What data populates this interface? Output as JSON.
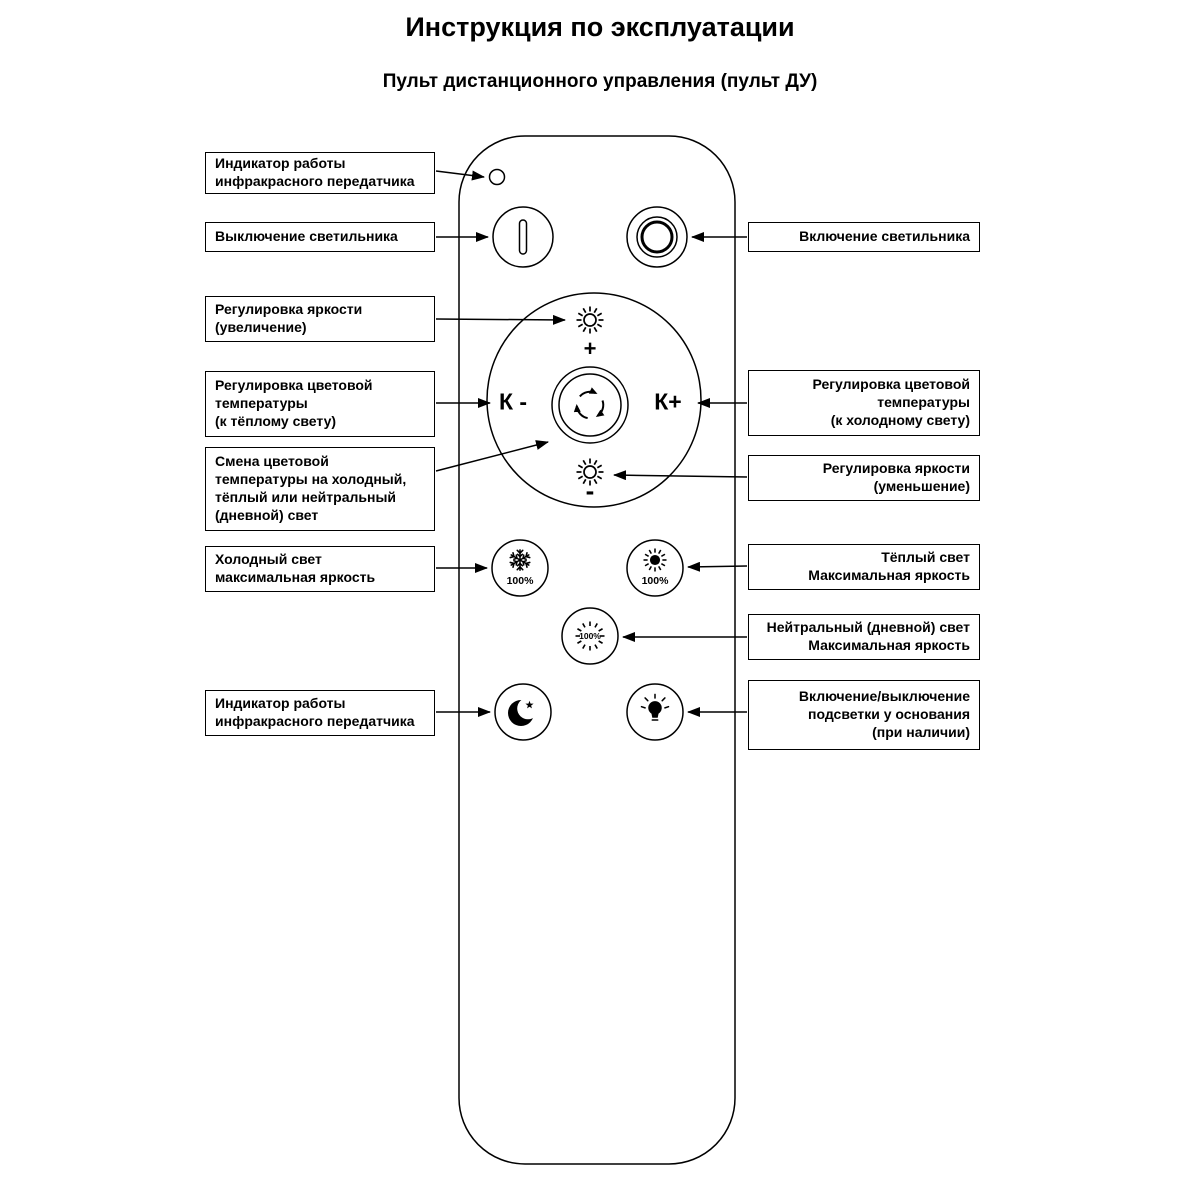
{
  "header": {
    "title": "Инструкция по эксплуатации",
    "subtitle": "Пульт дистанционного управления (пульт ДУ)"
  },
  "remote": {
    "labels": {
      "plus": "+",
      "minus": "-",
      "k_minus": "К -",
      "k_plus": "К+",
      "percent": "100%"
    }
  },
  "callouts_left": [
    {
      "text": "Индикатор работы\nинфракрасного передатчика"
    },
    {
      "text": "Выключение светильника"
    },
    {
      "text": "Регулировка яркости\n(увеличение)"
    },
    {
      "text": "Регулировка цветовой\nтемпературы\n(к тёплому свету)"
    },
    {
      "text": "Смена цветовой\nтемпературы на холодный,\nтёплый или нейтральный\n(дневной) свет"
    },
    {
      "text": "Холодный свет\nмаксимальная яркость"
    },
    {
      "text": "Индикатор работы\nинфракрасного передатчика"
    }
  ],
  "callouts_right": [
    {
      "text": "Включение светильника"
    },
    {
      "text": "Регулировка цветовой\nтемпературы\n(к холодному свету)"
    },
    {
      "text": "Регулировка яркости\n(уменьшение)"
    },
    {
      "text": "Тёплый свет\nМаксимальная яркость"
    },
    {
      "text": "Нейтральный (дневной) свет\nМаксимальная яркость"
    },
    {
      "text": "Включение/выключение\nподсветки у основания\n(при наличии)"
    }
  ]
}
